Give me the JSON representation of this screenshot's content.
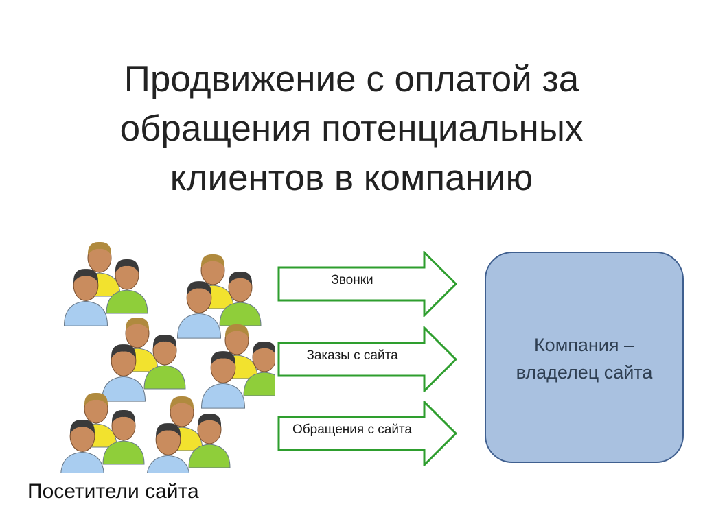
{
  "title": {
    "line1": "Продвижение с оплатой за",
    "line2": "обращения потенциальных",
    "line3": "клиентов в компанию"
  },
  "visitors": {
    "label": "Посетители сайта",
    "icon": "people-group-icon"
  },
  "arrows": [
    {
      "label": "Звонки"
    },
    {
      "label": "Заказы с сайта"
    },
    {
      "label": "Обращения с сайта"
    }
  ],
  "company": {
    "line1": "Компания –",
    "line2": "владелец сайта"
  },
  "colors": {
    "arrow_stroke": "#2e9e2e",
    "company_fill": "#a9c1e0",
    "company_stroke": "#3f5f8f",
    "shirt_blue": "#a9cdf0",
    "shirt_yellow": "#f2e22e",
    "shirt_green": "#8fce3a",
    "skin": "#c98c5e",
    "hair_dark": "#3a3a3a",
    "hair_blond": "#b08a3e"
  }
}
